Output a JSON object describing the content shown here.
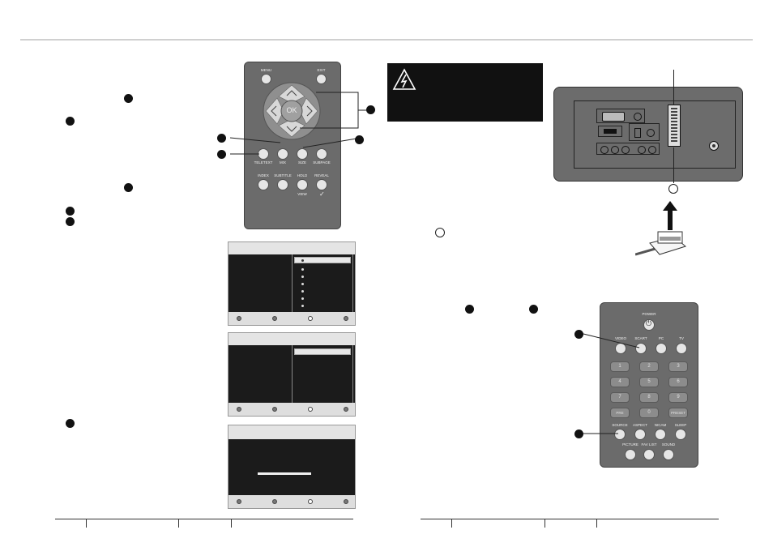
{
  "remote_top": {
    "menu_label": "MENU",
    "exit_label": "EXIT",
    "ok_label": "OK",
    "row1": [
      "TELETEXT",
      "MIX",
      "SIZE",
      "SUBPAGE"
    ],
    "row2": [
      "INDEX",
      "SUBTITLE",
      "HOLD",
      "REVEAL"
    ],
    "view_label": "VIEW"
  },
  "remote_bottom": {
    "power_label": "POWER",
    "sources": [
      "VIDEO",
      "SCART",
      "PC",
      "TV"
    ],
    "numbers": [
      "1",
      "2",
      "3",
      "4",
      "5",
      "6",
      "7",
      "8",
      "9",
      "PRE",
      "0",
      "PRESET"
    ],
    "row_a": [
      "SOURCE",
      "ASPECT",
      "NICAM",
      "SLEEP"
    ],
    "row_b": [
      "PICTURE",
      "FAV LIST",
      "SOUND"
    ]
  },
  "colors": {
    "remote_body": "#6b6b6b",
    "menu_background": "#1b1b1b",
    "warning_background": "#111111"
  }
}
